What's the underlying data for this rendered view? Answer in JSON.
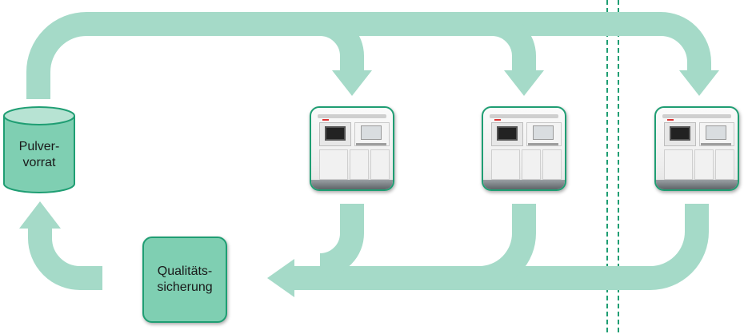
{
  "colors": {
    "flow_arrow": "#a5dac8",
    "node_fill": "#7fcfb2",
    "node_border": "#1f9e73",
    "boundary_line": "#1f9e73"
  },
  "nodes": {
    "storage": {
      "label": "Pulver-\nvorrat",
      "shape": "cylinder"
    },
    "quality": {
      "label": "Qualitäts-\nsicherung",
      "shape": "rounded-box"
    },
    "machines": [
      {
        "icon": "printer-machine-icon"
      },
      {
        "icon": "printer-machine-icon"
      },
      {
        "icon": "printer-machine-icon"
      }
    ]
  }
}
